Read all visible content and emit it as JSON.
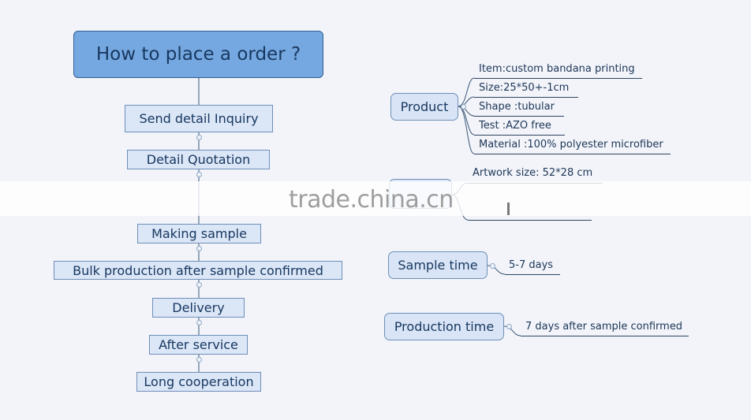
{
  "flow": {
    "title": "How to place a order ?",
    "steps": [
      "Send detail Inquiry",
      "Detail Quotation",
      "Making sample",
      "Bulk production after sample confirmed",
      "Delivery",
      "After service",
      "Long cooperation"
    ]
  },
  "product": {
    "label": "Product",
    "details": [
      "Item:custom bandana printing",
      "Size:25*50+-1cm",
      "Shape :tubular",
      "Test :AZO free",
      "Material :100% polyester microfiber"
    ]
  },
  "artwork": {
    "detail": "Artwork size: 52*28 cm"
  },
  "sample_time": {
    "label": "Sample time",
    "detail": "5-7 days"
  },
  "production_time": {
    "label": "Production time",
    "detail": "7 days after sample confirmed"
  },
  "watermark": "trade.china.cn"
}
